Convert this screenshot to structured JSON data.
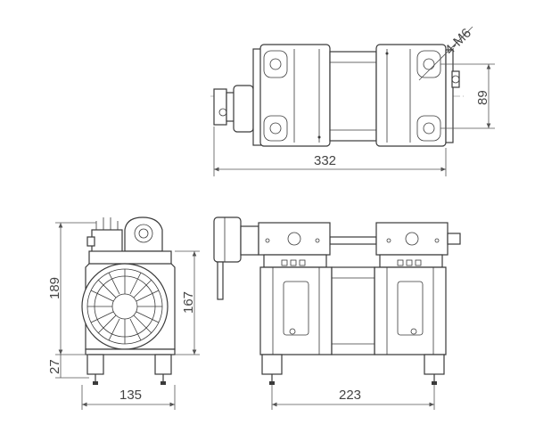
{
  "dimensions": {
    "thread_callout": "4-M6",
    "mount_spacing": "89",
    "overall_length": "332",
    "total_height": "189",
    "body_height": "167",
    "foot_height": "27",
    "base_width": "135",
    "base_length": "223"
  },
  "views": [
    "top-view",
    "end-view",
    "side-view"
  ]
}
